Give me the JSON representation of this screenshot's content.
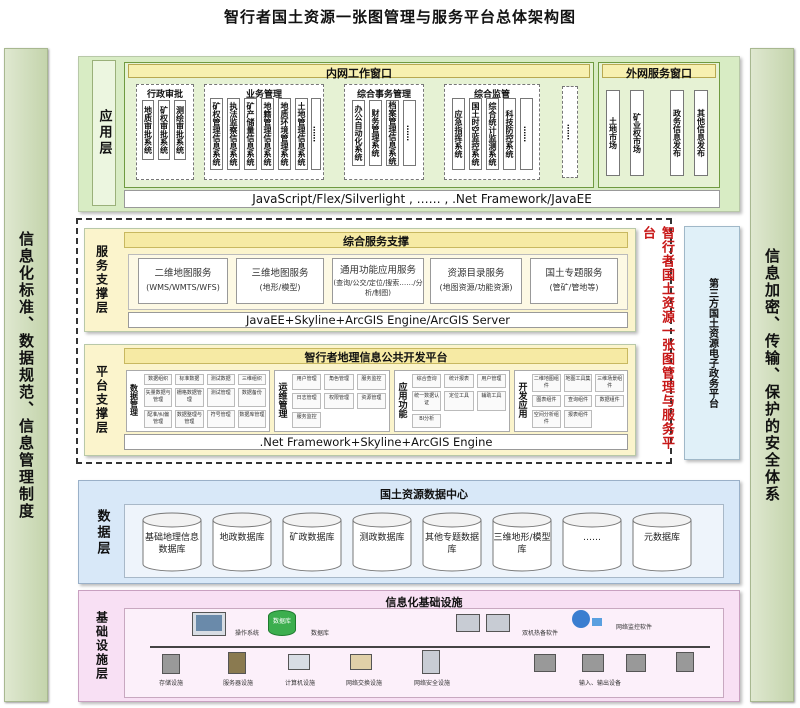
{
  "title": "智行者国土资源一张图管理与服务平台总体架构图",
  "left_side": "信息化标准、数据规范、信息管理制度",
  "right_side": "信息加密、传输、保护的安全体系",
  "third_party": "第三方国土资源电子政务平台",
  "brand_vertical": "智行者国土资源一张图管理与服务平台",
  "app_layer": {
    "label": "应用层",
    "intranet_title": "内网工作窗口",
    "extranet_title": "外网服务窗口",
    "groups": [
      {
        "title": "行政审批",
        "items": [
          "地质审批系统",
          "矿权审批系统",
          "测绘审批系统"
        ]
      },
      {
        "title": "业务管理",
        "items": [
          "矿权管理信息系统",
          "执法监察信息系统",
          "矿产储量信息系统",
          "地籍管理信息系统",
          "地质环境管理系统",
          "土地管理信息系统",
          "……"
        ]
      },
      {
        "title": "综合事务管理",
        "items": [
          "办公自动化系统",
          "财务管理系统",
          "档案管理信息系统",
          "……"
        ]
      },
      {
        "title": "综合监管",
        "items": [
          "应急指挥系统",
          "国土时空监控系统",
          "综合统计监测系统",
          "科技防控系统",
          "……"
        ]
      }
    ],
    "extra_dots": "……",
    "extranet_items": [
      "土地市场",
      "矿业权市场",
      "政务信息发布",
      "其他信息发布"
    ],
    "tech": "JavaScript/Flex/Silverlight , …… , .Net Framework/JavaEE"
  },
  "service_layer": {
    "label": "服务支撑层",
    "title": "综合服务支撑",
    "services": [
      {
        "line1": "二维地图服务",
        "line2": "(WMS/WMTS/WFS)"
      },
      {
        "line1": "三维地图服务",
        "line2": "(地形/模型)"
      },
      {
        "line1": "通用功能应用服务",
        "line2": "(查询/公交/定位/搜索……/分析/制图)"
      },
      {
        "line1": "资源目录服务",
        "line2": "(地图资源/功能资源)"
      },
      {
        "line1": "国土专题服务",
        "line2": "(管矿/管地等)"
      }
    ],
    "tech": "JavaEE+Skyline+ArcGIS Engine/ArcGIS Server"
  },
  "platform_layer": {
    "label": "平台支撑层",
    "title": "智行者地理信息公共开发平台",
    "modules": [
      {
        "name": "数据管理",
        "cells": [
          "数据组织",
          "标准数据",
          "测试数据",
          "三维组织",
          "矢量数据与管理",
          "栅格数据管理",
          "测试管理",
          "数据备份",
          "配准/纠偏管理",
          "数据整理与管理",
          "符号管理",
          "数据库管理"
        ]
      },
      {
        "name": "运维管理",
        "cells": [
          "用户管理",
          "角色管理",
          "服务监控",
          "日志管理",
          "权限管理",
          "资源管理",
          "服务监控"
        ]
      },
      {
        "name": "应用功能",
        "cells": [
          "综合查询",
          "统计报表",
          "用户管理",
          "统一数据认证",
          "定位工具",
          "辅助工具",
          "BI分析"
        ]
      },
      {
        "name": "开发应用",
        "cells": [
          "二维地图组件",
          "地图工具集",
          "三维场景组件",
          "图表组件",
          "查询组件",
          "数据组件",
          "空间分析组件",
          "报表组件"
        ]
      }
    ],
    "tech": ".Net Framework+Skyline+ArcGIS Engine"
  },
  "data_layer": {
    "label": "数据层",
    "title": "国土资源数据中心",
    "dbs": [
      "基础地理信息数据库",
      "地政数据库",
      "矿政数据库",
      "测政数据库",
      "其他专题数据库",
      "三维地形/模型库",
      "……",
      "元数据库"
    ]
  },
  "infra_layer": {
    "label": "基础设施层",
    "title": "信息化基础设施",
    "top": [
      "操作系统",
      "数据库",
      "双机热备软件",
      "网络监控软件"
    ],
    "bottom": [
      "存储设施",
      "服务器设施",
      "计算机设施",
      "网络交换设施",
      "网络安全设施",
      "输入、输出设备"
    ],
    "db_icon": "数据库"
  },
  "colors": {
    "app_bg": "#d8ecc4",
    "yellow_bg": "#fbf4cc",
    "data_bg": "#d8e8f8",
    "infra_bg": "#f8e0f4",
    "red": "#c81818"
  }
}
